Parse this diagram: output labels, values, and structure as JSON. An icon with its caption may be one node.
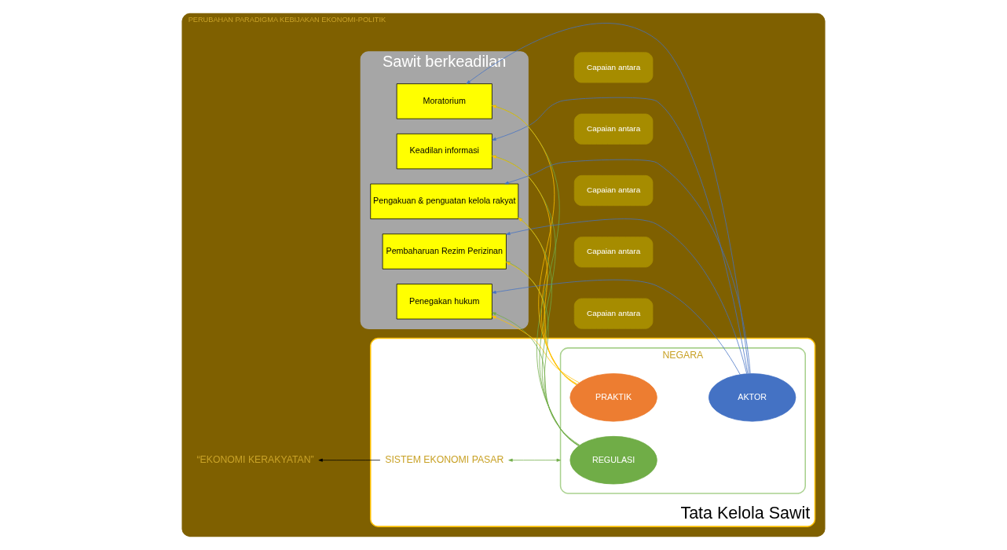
{
  "diagram": {
    "nodes": [
      {
        "text": [
          "PERUBAHAN PARADIGMA KEBIJAKAN EKONOMI-POLITIK"
        ]
      },
      {
        "text": [
          "Sawit berkeadilan"
        ],
        "in": 0
      },
      {
        "text": [
          "Keadilan informasi"
        ],
        "in": 1
      },
      {
        "text": [
          "Moratorium"
        ],
        "in": 1
      },
      {
        "text": [
          "Penegakan hukum"
        ],
        "in": 1
      },
      {
        "text": [
          "Pembaharuan Rezim Perizinan"
        ],
        "in": 1
      },
      {
        "text": [
          "Pengakuan & penguatan kelola rakyat"
        ],
        "in": 1
      },
      {
        "text": [
          "Capaian antara"
        ],
        "in": 0
      },
      {
        "text": [
          "Capaian antara"
        ],
        "in": 0
      },
      {
        "text": [
          "Capaian antara"
        ],
        "in": 0
      },
      {
        "text": [
          "Capaian antara"
        ],
        "in": 0
      },
      {
        "text": [
          "Capaian antara"
        ],
        "in": 0
      },
      {
        "text": [
          "Tata Kelola Sawit"
        ],
        "in": 0
      },
      {
        "text": [
          "NEGARA"
        ],
        "in": 12
      },
      {
        "text": [
          "REGULASI"
        ],
        "in": 13
      },
      {
        "text": [
          "AKTOR"
        ],
        "in": 13
      },
      {
        "text": [
          "PRAKTIK"
        ],
        "in": 13
      },
      {
        "text": [
          "SISTEM EKONOMI PASAR"
        ],
        "in": 12
      },
      {
        "text": [
          "“EKONOMI KERAKYATAN”"
        ],
        "in": 0
      }
    ],
    "edges": [
      {
        "from": 14,
        "to": 2,
        "arrow": "to",
        "color": "#70ad47"
      },
      {
        "from": 14,
        "to": 3,
        "arrow": "to",
        "color": "#70ad47"
      },
      {
        "from": 14,
        "to": 4,
        "arrow": "to",
        "color": "#70ad47"
      },
      {
        "from": 14,
        "to": 5,
        "arrow": "to",
        "color": "#70ad47"
      },
      {
        "from": 14,
        "to": 6,
        "arrow": "to",
        "color": "#70ad47"
      },
      {
        "from": 15,
        "to": 2,
        "arrow": "to",
        "color": "#4472c4"
      },
      {
        "from": 15,
        "to": 3,
        "arrow": "to",
        "color": "#4472c4"
      },
      {
        "from": 15,
        "to": 4,
        "arrow": "to",
        "color": "#4472c4"
      },
      {
        "from": 15,
        "to": 5,
        "arrow": "to",
        "color": "#4472c4"
      },
      {
        "from": 15,
        "to": 6,
        "arrow": "to",
        "color": "#4472c4"
      },
      {
        "from": 16,
        "to": 2,
        "arrow": "to",
        "color": "#ffc000"
      },
      {
        "from": 16,
        "to": 3,
        "arrow": "to",
        "color": "#ffc000"
      },
      {
        "from": 16,
        "to": 4,
        "arrow": "to",
        "color": "#ffc000"
      },
      {
        "from": 16,
        "to": 5,
        "arrow": "to",
        "color": "#ffc000"
      },
      {
        "from": 16,
        "to": 6,
        "arrow": "to",
        "color": "#ffc000"
      },
      {
        "from": 13,
        "to": 17,
        "arrow": "both",
        "color": "#70ad47"
      },
      {
        "from": 17,
        "to": 18,
        "arrow": "to",
        "color": "#000000"
      }
    ]
  }
}
